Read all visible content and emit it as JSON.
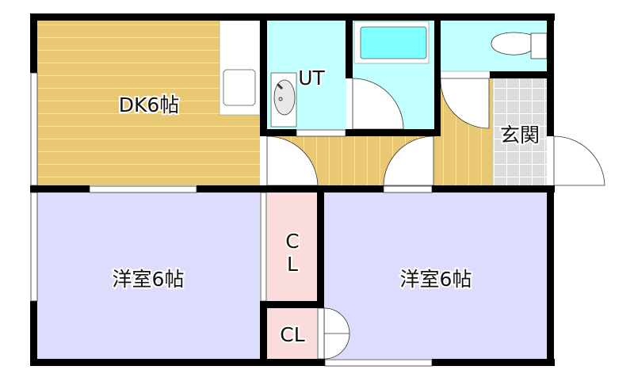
{
  "floorplan": {
    "rooms": {
      "dk": "DK6帖",
      "ut": "UT",
      "genkan": "玄関",
      "western_left": "洋室6帖",
      "western_right": "洋室6帖",
      "closet_tall_c": "C",
      "closet_tall_l": "L",
      "closet_small": "CL"
    },
    "colors": {
      "wall": "#000000",
      "wood_floor": "#e9c874",
      "wet_area": "#c2ffff",
      "bathtub": "#80ffff",
      "western_room": "#dcdcfc",
      "closet": "#fbdcdc",
      "tile": "#dcdcdc"
    }
  }
}
